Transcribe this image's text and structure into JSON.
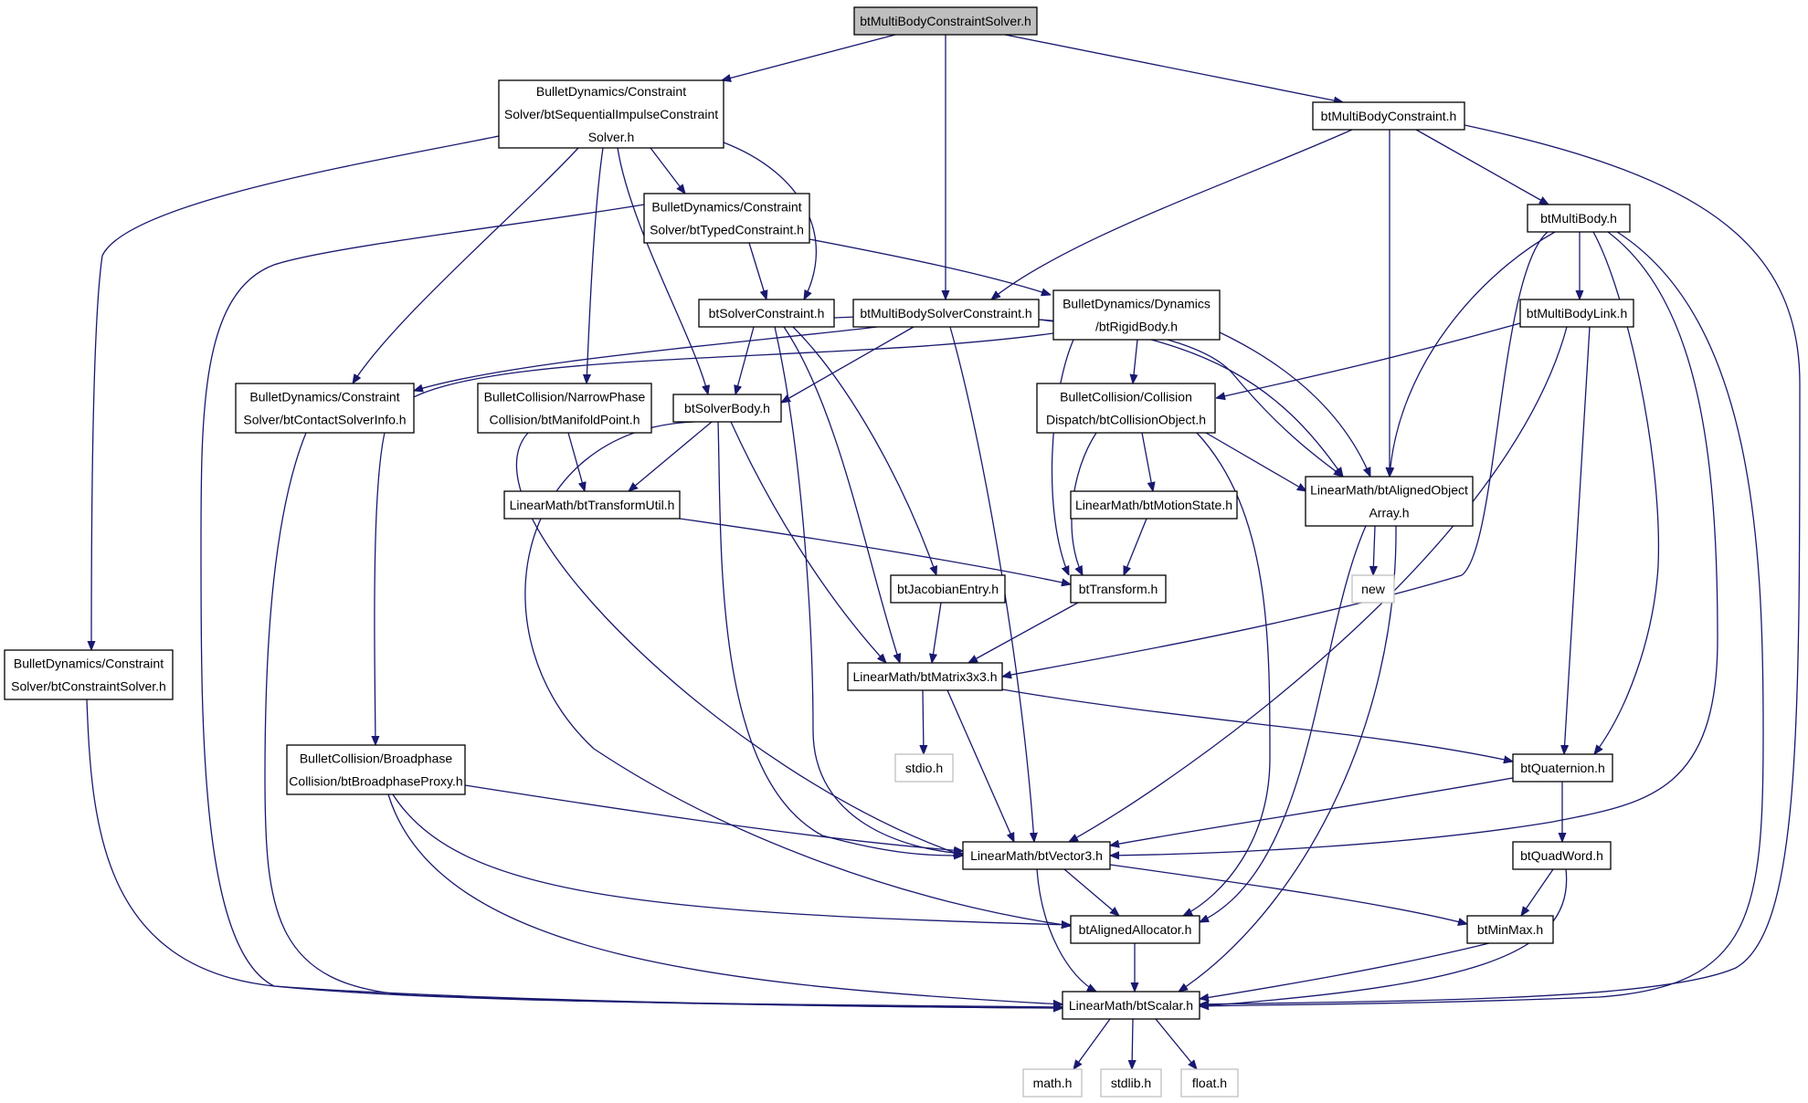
{
  "diagram": {
    "nodes": [
      {
        "id": "root",
        "lines": [
          "btMultiBodyConstraintSolver.h"
        ],
        "kind": "root",
        "interactable": false
      },
      {
        "id": "seqimpulse",
        "lines": [
          "BulletDynamics/Constraint",
          "Solver/btSequentialImpulseConstraint",
          "Solver.h"
        ],
        "kind": "normal",
        "interactable": true
      },
      {
        "id": "mbconstraint",
        "lines": [
          "btMultiBodyConstraint.h"
        ],
        "kind": "normal",
        "interactable": true
      },
      {
        "id": "typedconstraint",
        "lines": [
          "BulletDynamics/Constraint",
          "Solver/btTypedConstraint.h"
        ],
        "kind": "normal",
        "interactable": true
      },
      {
        "id": "multibody",
        "lines": [
          "btMultiBody.h"
        ],
        "kind": "normal",
        "interactable": true
      },
      {
        "id": "solverconstraint",
        "lines": [
          "btSolverConstraint.h"
        ],
        "kind": "normal",
        "interactable": true
      },
      {
        "id": "mbsolverconstraint",
        "lines": [
          "btMultiBodySolverConstraint.h"
        ],
        "kind": "normal",
        "interactable": true
      },
      {
        "id": "rigidbody",
        "lines": [
          "BulletDynamics/Dynamics",
          "/btRigidBody.h"
        ],
        "kind": "normal",
        "interactable": true
      },
      {
        "id": "multibodylink",
        "lines": [
          "btMultiBodyLink.h"
        ],
        "kind": "normal",
        "interactable": true
      },
      {
        "id": "contactsolverinfo",
        "lines": [
          "BulletDynamics/Constraint",
          "Solver/btContactSolverInfo.h"
        ],
        "kind": "normal",
        "interactable": true
      },
      {
        "id": "manifoldpoint",
        "lines": [
          "BulletCollision/NarrowPhase",
          "Collision/btManifoldPoint.h"
        ],
        "kind": "normal",
        "interactable": true
      },
      {
        "id": "solverbody",
        "lines": [
          "btSolverBody.h"
        ],
        "kind": "normal",
        "interactable": true
      },
      {
        "id": "collisionobject",
        "lines": [
          "BulletCollision/Collision",
          "Dispatch/btCollisionObject.h"
        ],
        "kind": "normal",
        "interactable": true
      },
      {
        "id": "alignedobjectarray",
        "lines": [
          "LinearMath/btAlignedObject",
          "Array.h"
        ],
        "kind": "normal",
        "interactable": true
      },
      {
        "id": "transformutil",
        "lines": [
          "LinearMath/btTransformUtil.h"
        ],
        "kind": "normal",
        "interactable": true
      },
      {
        "id": "motionstate",
        "lines": [
          "LinearMath/btMotionState.h"
        ],
        "kind": "normal",
        "interactable": true
      },
      {
        "id": "jacobianentry",
        "lines": [
          "btJacobianEntry.h"
        ],
        "kind": "normal",
        "interactable": true
      },
      {
        "id": "transform",
        "lines": [
          "btTransform.h"
        ],
        "kind": "normal",
        "interactable": true
      },
      {
        "id": "new",
        "lines": [
          "new"
        ],
        "kind": "external",
        "interactable": false
      },
      {
        "id": "constraintsolver",
        "lines": [
          "BulletDynamics/Constraint",
          "Solver/btConstraintSolver.h"
        ],
        "kind": "normal",
        "interactable": true
      },
      {
        "id": "matrix3x3",
        "lines": [
          "LinearMath/btMatrix3x3.h"
        ],
        "kind": "normal",
        "interactable": true
      },
      {
        "id": "broadphaseproxy",
        "lines": [
          "BulletCollision/Broadphase",
          "Collision/btBroadphaseProxy.h"
        ],
        "kind": "normal",
        "interactable": true
      },
      {
        "id": "stdio",
        "lines": [
          "stdio.h"
        ],
        "kind": "external",
        "interactable": false
      },
      {
        "id": "quaternion",
        "lines": [
          "btQuaternion.h"
        ],
        "kind": "normal",
        "interactable": true
      },
      {
        "id": "vector3",
        "lines": [
          "LinearMath/btVector3.h"
        ],
        "kind": "normal",
        "interactable": true
      },
      {
        "id": "quadword",
        "lines": [
          "btQuadWord.h"
        ],
        "kind": "normal",
        "interactable": true
      },
      {
        "id": "alignedallocator",
        "lines": [
          "btAlignedAllocator.h"
        ],
        "kind": "normal",
        "interactable": true
      },
      {
        "id": "minmax",
        "lines": [
          "btMinMax.h"
        ],
        "kind": "normal",
        "interactable": true
      },
      {
        "id": "scalar",
        "lines": [
          "LinearMath/btScalar.h"
        ],
        "kind": "normal",
        "interactable": true
      },
      {
        "id": "math",
        "lines": [
          "math.h"
        ],
        "kind": "external",
        "interactable": false
      },
      {
        "id": "stdlib",
        "lines": [
          "stdlib.h"
        ],
        "kind": "external",
        "interactable": false
      },
      {
        "id": "float",
        "lines": [
          "float.h"
        ],
        "kind": "external",
        "interactable": false
      }
    ],
    "edges": [
      [
        "root",
        "seqimpulse"
      ],
      [
        "root",
        "mbsolverconstraint"
      ],
      [
        "root",
        "mbconstraint"
      ],
      [
        "seqimpulse",
        "constraintsolver"
      ],
      [
        "seqimpulse",
        "contactsolverinfo"
      ],
      [
        "seqimpulse",
        "manifoldpoint"
      ],
      [
        "seqimpulse",
        "solverbody"
      ],
      [
        "seqimpulse",
        "typedconstraint"
      ],
      [
        "seqimpulse",
        "solverconstraint"
      ],
      [
        "mbconstraint",
        "mbsolverconstraint"
      ],
      [
        "mbconstraint",
        "alignedobjectarray"
      ],
      [
        "mbconstraint",
        "multibody"
      ],
      [
        "mbconstraint",
        "scalar"
      ],
      [
        "typedconstraint",
        "scalar"
      ],
      [
        "typedconstraint",
        "solverconstraint"
      ],
      [
        "typedconstraint",
        "rigidbody"
      ],
      [
        "multibody",
        "alignedobjectarray"
      ],
      [
        "multibody",
        "multibodylink"
      ],
      [
        "multibody",
        "matrix3x3"
      ],
      [
        "multibody",
        "quaternion"
      ],
      [
        "multibody",
        "vector3"
      ],
      [
        "multibody",
        "scalar"
      ],
      [
        "solverconstraint",
        "solverbody"
      ],
      [
        "solverconstraint",
        "jacobianentry"
      ],
      [
        "solverconstraint",
        "matrix3x3"
      ],
      [
        "solverconstraint",
        "vector3"
      ],
      [
        "solverconstraint",
        "alignedobjectarray"
      ],
      [
        "mbsolverconstraint",
        "contactsolverinfo"
      ],
      [
        "mbsolverconstraint",
        "solverbody"
      ],
      [
        "mbsolverconstraint",
        "vector3"
      ],
      [
        "mbsolverconstraint",
        "alignedobjectarray"
      ],
      [
        "rigidbody",
        "broadphaseproxy"
      ],
      [
        "rigidbody",
        "collisionobject"
      ],
      [
        "rigidbody",
        "transform"
      ],
      [
        "rigidbody",
        "alignedobjectarray"
      ],
      [
        "multibodylink",
        "collisionobject"
      ],
      [
        "multibodylink",
        "vector3"
      ],
      [
        "multibodylink",
        "quaternion"
      ],
      [
        "contactsolverinfo",
        "scalar"
      ],
      [
        "manifoldpoint",
        "transformutil"
      ],
      [
        "manifoldpoint",
        "vector3"
      ],
      [
        "solverbody",
        "transformutil"
      ],
      [
        "solverbody",
        "matrix3x3"
      ],
      [
        "solverbody",
        "vector3"
      ],
      [
        "solverbody",
        "alignedallocator"
      ],
      [
        "collisionobject",
        "motionstate"
      ],
      [
        "collisionobject",
        "transform"
      ],
      [
        "collisionobject",
        "alignedobjectarray"
      ],
      [
        "collisionobject",
        "alignedallocator"
      ],
      [
        "alignedobjectarray",
        "new"
      ],
      [
        "alignedobjectarray",
        "alignedallocator"
      ],
      [
        "alignedobjectarray",
        "scalar"
      ],
      [
        "transformutil",
        "transform"
      ],
      [
        "motionstate",
        "transform"
      ],
      [
        "jacobianentry",
        "matrix3x3"
      ],
      [
        "transform",
        "matrix3x3"
      ],
      [
        "constraintsolver",
        "scalar"
      ],
      [
        "matrix3x3",
        "stdio"
      ],
      [
        "matrix3x3",
        "vector3"
      ],
      [
        "matrix3x3",
        "quaternion"
      ],
      [
        "broadphaseproxy",
        "vector3"
      ],
      [
        "broadphaseproxy",
        "alignedallocator"
      ],
      [
        "broadphaseproxy",
        "scalar"
      ],
      [
        "quaternion",
        "vector3"
      ],
      [
        "quaternion",
        "quadword"
      ],
      [
        "vector3",
        "alignedallocator"
      ],
      [
        "vector3",
        "minmax"
      ],
      [
        "vector3",
        "scalar"
      ],
      [
        "quadword",
        "minmax"
      ],
      [
        "quadword",
        "scalar"
      ],
      [
        "alignedallocator",
        "scalar"
      ],
      [
        "minmax",
        "scalar"
      ],
      [
        "scalar",
        "math"
      ],
      [
        "scalar",
        "stdlib"
      ],
      [
        "scalar",
        "float"
      ]
    ]
  }
}
